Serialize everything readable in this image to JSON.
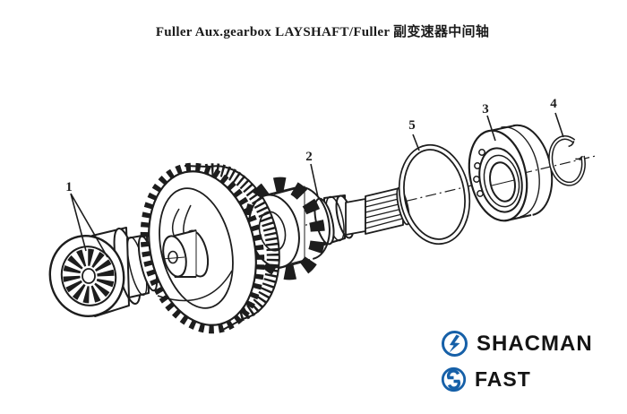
{
  "title": "Fuller Aux.gearbox LAYSHAFT/Fuller 副变速器中间轴",
  "parts": [
    {
      "number": "1"
    },
    {
      "number": "2"
    },
    {
      "number": "3"
    },
    {
      "number": "4"
    },
    {
      "number": "5"
    }
  ],
  "branding": {
    "shacman_label": "SHACMAN",
    "fast_label": "FAST",
    "logo_blue": "#1660a8",
    "text_black": "#141414"
  },
  "diagram": {
    "ink_color": "#1d1d1d",
    "background": "#ffffff"
  }
}
